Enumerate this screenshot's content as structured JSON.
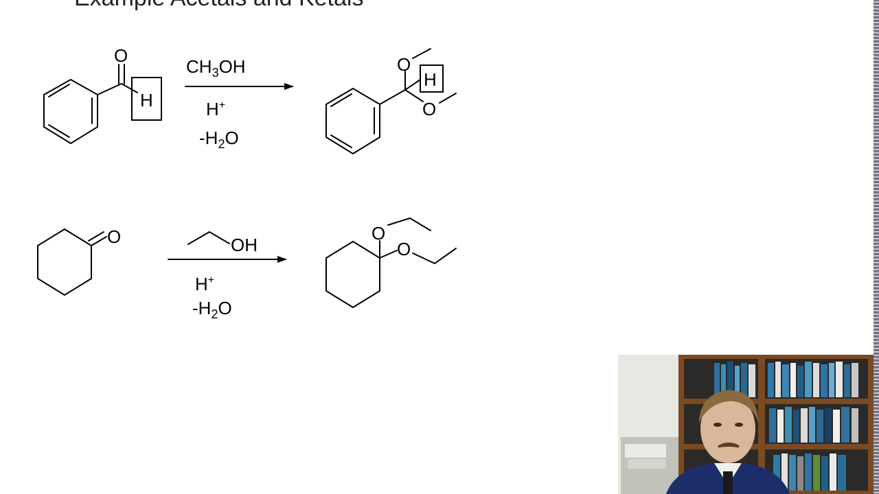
{
  "slide": {
    "title": "Example Acetals and Ketals"
  },
  "reaction1": {
    "reactant_atoms": {
      "carbonyl_o": "O",
      "aldehyde_h": "H"
    },
    "reagent_line1": {
      "prefix": "CH",
      "sub": "3",
      "suffix": "OH"
    },
    "catalyst": {
      "base": "H",
      "sup": "+"
    },
    "byproduct": {
      "prefix": "-H",
      "sub": "2",
      "suffix": "O"
    },
    "product_atoms": {
      "o_top": "O",
      "o_bottom": "O",
      "h": "H"
    }
  },
  "reaction2": {
    "reactant_atoms": {
      "carbonyl_o": "O"
    },
    "reagent_label": "OH",
    "catalyst": {
      "base": "H",
      "sup": "+"
    },
    "byproduct": {
      "prefix": "-H",
      "sub": "2",
      "suffix": "O"
    },
    "product_atoms": {
      "o_top": "O",
      "o_right": "O"
    }
  },
  "webcam": {
    "icon": "presenter-video-icon"
  },
  "colors": {
    "ink": "#000000",
    "background": "#ffffff",
    "arrow": "#000000"
  }
}
